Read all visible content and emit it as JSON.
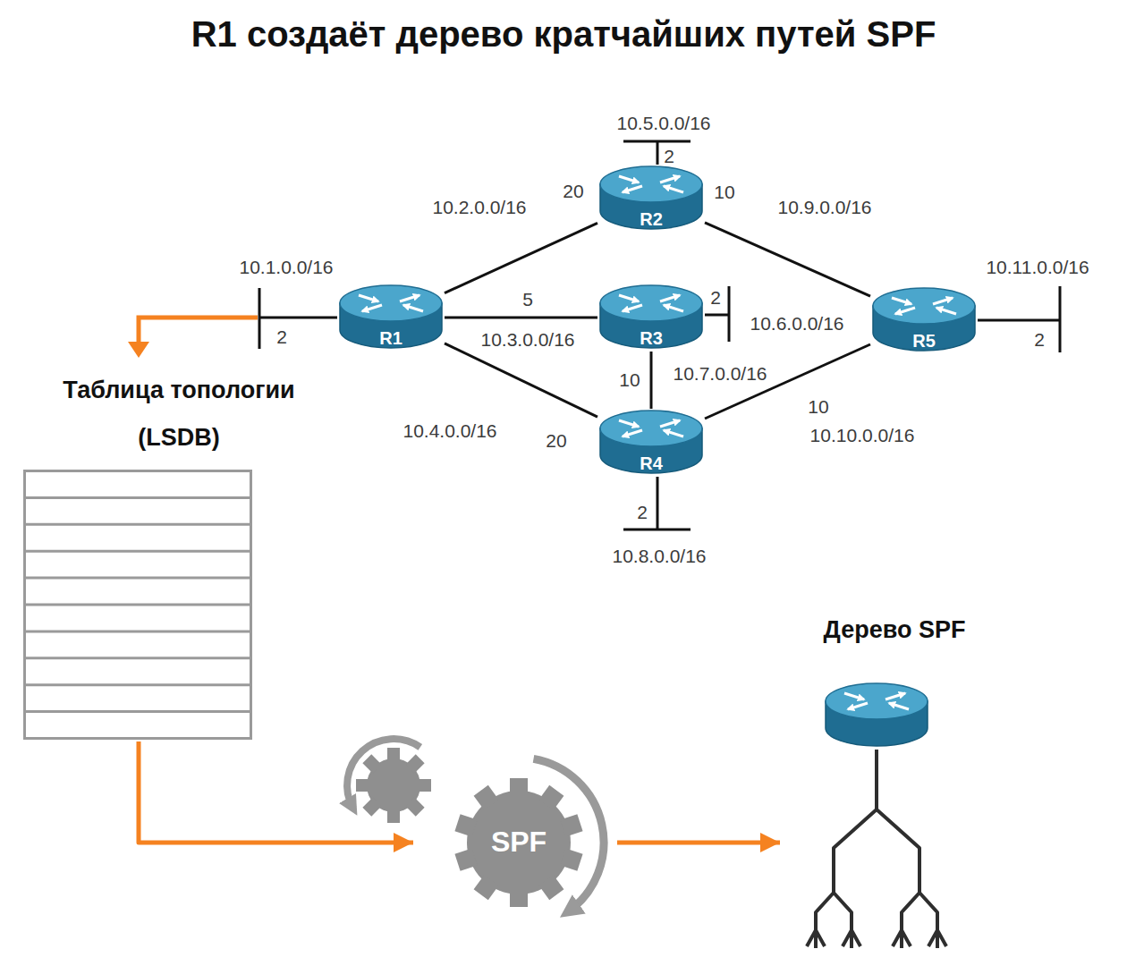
{
  "diagram": {
    "title": "R1 создаёт дерево кратчайших путей SPF",
    "nodes": [
      {
        "text": [
          "R1"
        ]
      },
      {
        "text": [
          "R2"
        ]
      },
      {
        "text": [
          "R3"
        ]
      },
      {
        "text": [
          "R4"
        ]
      },
      {
        "text": [
          "R5"
        ]
      },
      {
        "text": [
          "Таблица топологии (LSDB)"
        ]
      },
      {
        "text": [
          "SPF"
        ]
      },
      {
        "text": [
          "Дерево SPF"
        ]
      }
    ],
    "edges": [
      {
        "from": 0,
        "to": 1,
        "arrow": "none",
        "label": "10.2.0.0/16"
      },
      {
        "from": 0,
        "to": 2,
        "arrow": "none",
        "label": "10.3.0.0/16"
      },
      {
        "from": 0,
        "to": 3,
        "arrow": "none",
        "label": "10.4.0.0/16"
      },
      {
        "from": 1,
        "to": 4,
        "arrow": "none",
        "label": "10.9.0.0/16"
      },
      {
        "from": 2,
        "to": 3,
        "arrow": "none",
        "label": "10.7.0.0/16"
      },
      {
        "from": 3,
        "to": 4,
        "arrow": "none",
        "label": "10.10.0.0/16"
      },
      {
        "from": 5,
        "to": 6,
        "arrow": "to"
      },
      {
        "from": 6,
        "to": 7,
        "arrow": "to"
      }
    ],
    "labels": [
      "10.5.0.0/16",
      "2",
      "20",
      "10",
      "10.1.0.0/16",
      "10.11.0.0/16",
      "5",
      "2",
      "10.6.0.0/16",
      "2",
      "2",
      "10",
      "10",
      "20",
      "2",
      "10.8.0.0/16"
    ]
  }
}
